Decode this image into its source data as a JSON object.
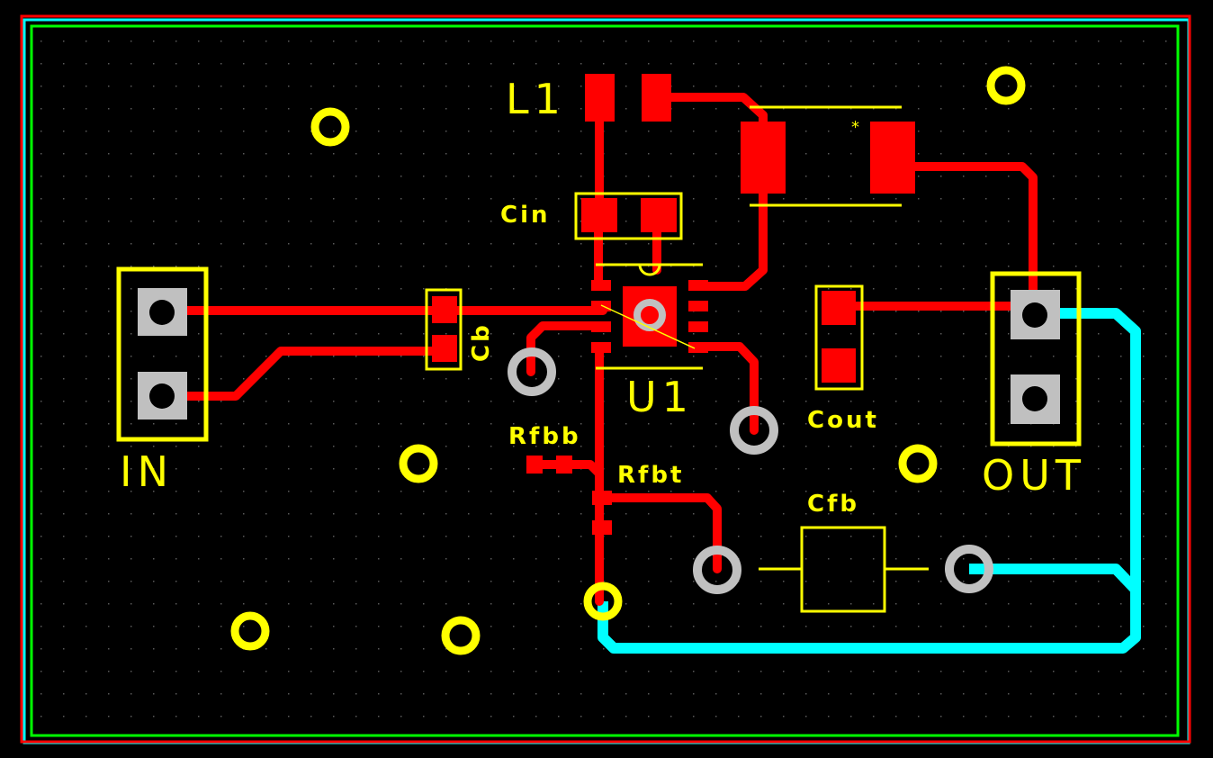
{
  "colors": {
    "background": "#000000",
    "top_copper": "#ff0000",
    "bottom_copper": "#00ffff",
    "silkscreen": "#ffff00",
    "outline_green": "#00ff00",
    "pad_gray": "#c0c0c0",
    "grid_dot": "#5a5a5a"
  },
  "labels": {
    "l1": "L1",
    "cin": "Cin",
    "cb": "Cb",
    "u1": "U1",
    "in": "IN",
    "out": "OUT",
    "cout": "Cout",
    "rfbb": "Rfbb",
    "rfbt": "Rfbt",
    "cfb": "Cfb",
    "marker": "*"
  }
}
